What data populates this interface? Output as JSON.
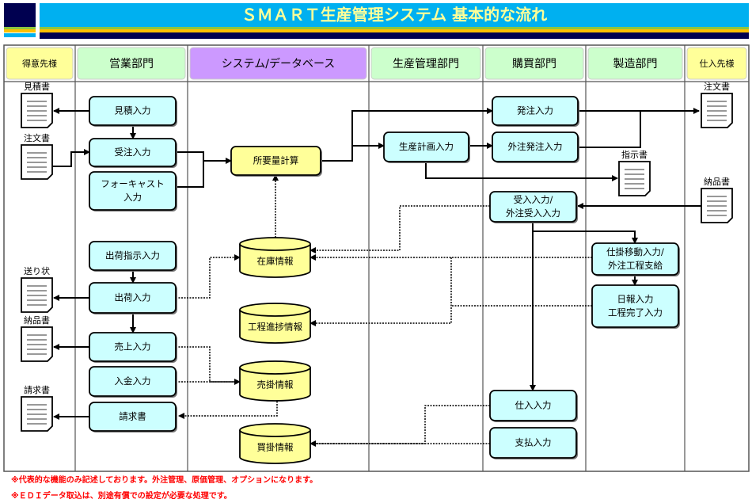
{
  "title": "ＳＭＡＲＴ生産管理システム 基本的な流れ",
  "colors": {
    "title_bar": "#00b0f0",
    "title_text": "#ffff99",
    "navy": "#000050",
    "process_box": "#ccffff",
    "system_box": "#ffff99",
    "dept_header": "#ccffcc",
    "partner_header": "#ffff99",
    "system_header": "#cc99ff",
    "note_text": "#ff0000"
  },
  "columns": [
    {
      "label": "得意先様",
      "kind": "partner"
    },
    {
      "label": "営業部門",
      "kind": "dept"
    },
    {
      "label": "システム/データベース",
      "kind": "system"
    },
    {
      "label": "生産管理部門",
      "kind": "dept"
    },
    {
      "label": "購買部門",
      "kind": "dept"
    },
    {
      "label": "製造部門",
      "kind": "dept"
    },
    {
      "label": "仕入先様",
      "kind": "partner"
    }
  ],
  "process_boxes": [
    {
      "id": "mitsumori",
      "lines": [
        "見積入力"
      ]
    },
    {
      "id": "juchu",
      "lines": [
        "受注入力"
      ]
    },
    {
      "id": "forecast",
      "lines": [
        "フォーキャスト",
        "入力"
      ]
    },
    {
      "id": "shukka_shiji",
      "lines": [
        "出荷指示入力"
      ]
    },
    {
      "id": "shukka",
      "lines": [
        "出荷入力"
      ]
    },
    {
      "id": "uriage",
      "lines": [
        "売上入力"
      ]
    },
    {
      "id": "nyukin",
      "lines": [
        "入金入力"
      ]
    },
    {
      "id": "seikyu",
      "lines": [
        "請求書"
      ]
    },
    {
      "id": "seisan_keikaku",
      "lines": [
        "生産計画入力"
      ]
    },
    {
      "id": "hacchu",
      "lines": [
        "発注入力"
      ]
    },
    {
      "id": "gaichu_hacchu",
      "lines": [
        "外注発注入力"
      ]
    },
    {
      "id": "ukeire",
      "lines": [
        "受入入力/",
        "外注受入入力"
      ]
    },
    {
      "id": "shikake",
      "lines": [
        "仕掛移動入力/",
        "外注工程支給"
      ]
    },
    {
      "id": "nippo",
      "lines": [
        "日報入力",
        "工程完了入力"
      ]
    },
    {
      "id": "shiire",
      "lines": [
        "仕入入力"
      ]
    },
    {
      "id": "shiharai",
      "lines": [
        "支払入力"
      ]
    },
    {
      "id": "shoyoryo",
      "lines": [
        "所要量計算"
      ],
      "system": true
    }
  ],
  "databases": [
    {
      "id": "zaiko",
      "label": "在庫情報"
    },
    {
      "id": "koutei",
      "label": "工程進捗情報"
    },
    {
      "id": "urikake",
      "label": "売掛情報"
    },
    {
      "id": "kaikake",
      "label": "買掛情報"
    }
  ],
  "documents": [
    {
      "id": "doc_mitsumori",
      "label": "見積書"
    },
    {
      "id": "doc_chumon_in",
      "label": "注文書"
    },
    {
      "id": "doc_okurijo",
      "label": "送り状"
    },
    {
      "id": "doc_nohin_out",
      "label": "納品書"
    },
    {
      "id": "doc_seikyu",
      "label": "請求書"
    },
    {
      "id": "doc_chumon_out",
      "label": "注文書"
    },
    {
      "id": "doc_shiji",
      "label": "指示書"
    },
    {
      "id": "doc_nohin_in",
      "label": "納品書"
    }
  ],
  "notes": [
    "※代表的な機能のみ記述しております。外注管理、原価管理、オプションになります。",
    "※ＥＤＩデータ取込は、別途有償での設定が必要な処理です。"
  ]
}
